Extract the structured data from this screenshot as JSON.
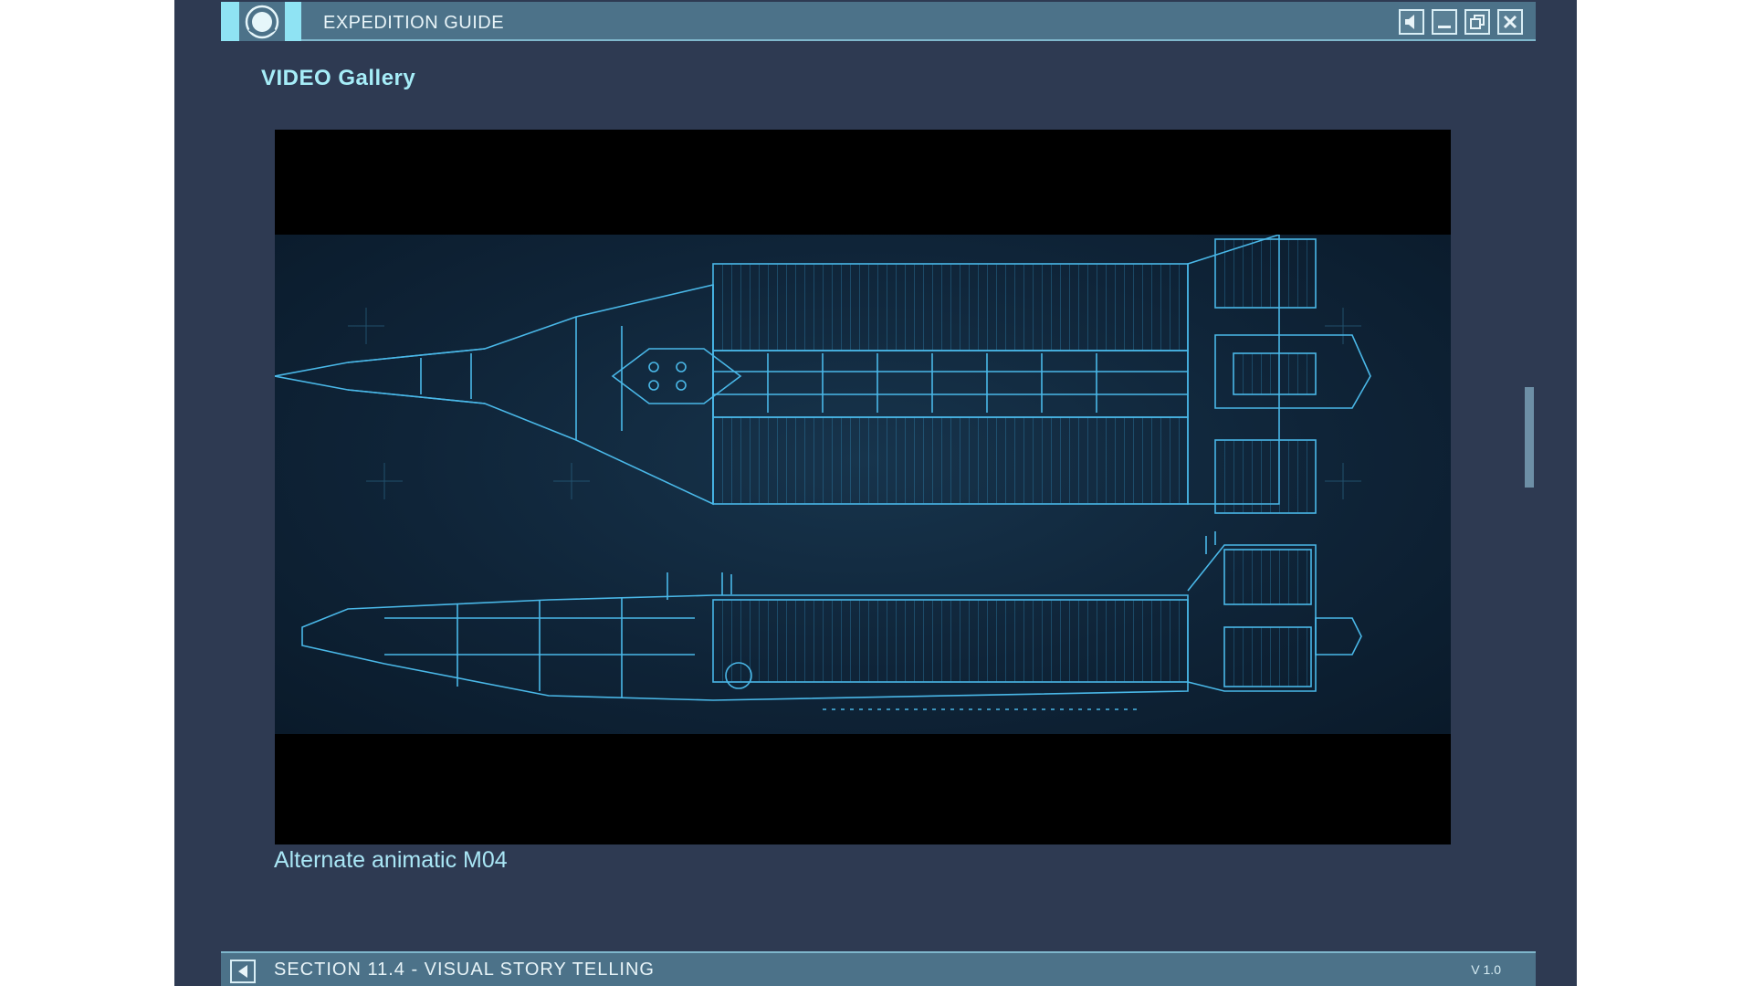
{
  "window": {
    "title": "EXPEDITION GUIDE",
    "logo_icon": "emblem-icon",
    "controls": [
      {
        "name": "sound-button",
        "icon": "speaker-icon"
      },
      {
        "name": "minimize-button",
        "icon": "minimize-icon"
      },
      {
        "name": "restore-button",
        "icon": "restore-icon"
      },
      {
        "name": "close-button",
        "icon": "close-icon"
      }
    ]
  },
  "main": {
    "heading": "VIDEO Gallery",
    "video": {
      "caption": "Alternate animatic M04",
      "frame_description_icon": "spaceship-blueprint"
    }
  },
  "footer": {
    "back_icon": "back-arrow-icon",
    "section": "SECTION 11.4 - VISUAL STORY TELLING",
    "version": "V 1.0"
  },
  "colors": {
    "background": "#2e3a52",
    "bar": "#4c7289",
    "accent": "#8fe3f3",
    "heading": "#a6edf8",
    "blueprint": "#4ab8e8"
  }
}
